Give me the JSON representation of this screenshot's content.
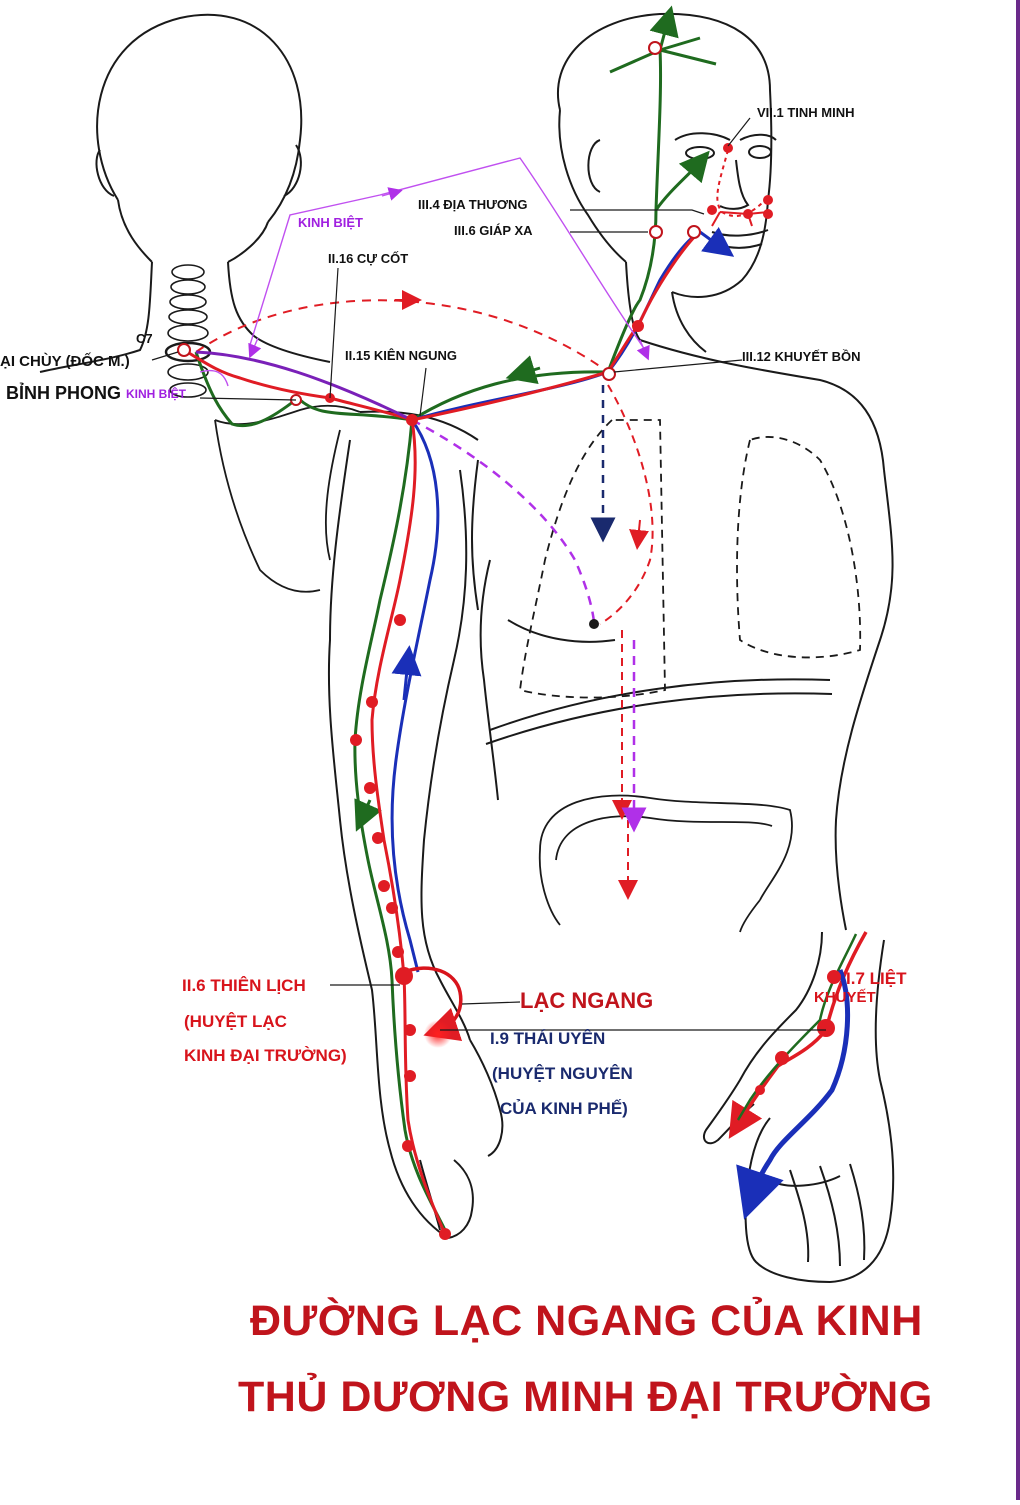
{
  "labels": {
    "tinh_minh": "VII.1 TINH MINH",
    "dia_thuong": "III.4 ĐỊA THƯƠNG",
    "giap_xa": "III.6 GIÁP XA",
    "kinh_biet_top": "KINH BIỆT",
    "cu_cot": "II.16 CỰ CỐT",
    "c7": "C7",
    "dai_chuy": "ẠI CHÙY (ĐỐC M.)",
    "kien_ngung": "II.15 KIÊN NGUNG",
    "khuyet_bon": "III.12 KHUYẾT BỒN",
    "binh_phong": "BỈNH PHONG",
    "kinh_biet_small": "KINH BIỆT",
    "thien_lich_1": "II.6 THIÊN LỊCH",
    "thien_lich_2": "(HUYỆT LẠC",
    "thien_lich_3": "KINH ĐẠI TRƯỜNG)",
    "lac_ngang": "LẠC NGANG",
    "thai_uyen_1": "I.9 THÁI UYÊN",
    "thai_uyen_2": "(HUYỆT NGUYÊN",
    "thai_uyen_3": "CỦA KINH PHẾ)",
    "liet_khuyet_1": "I.7 LIỆT",
    "liet_khuyet_2": "KHUYẾT"
  },
  "title": {
    "line1": "ĐƯỜNG LẠC NGANG CỦA KINH",
    "line2": "THỦ  DƯƠNG MINH ĐẠI TRƯỜNG"
  },
  "colors": {
    "meridian_red": "#e01c24",
    "meridian_green": "#1f6b1f",
    "meridian_blue": "#1a2fb8",
    "meridian_navy": "#1a2a6e",
    "branch_purple": "#b030e8",
    "outline": "#1a1a1a",
    "title_red": "#c0141c"
  }
}
